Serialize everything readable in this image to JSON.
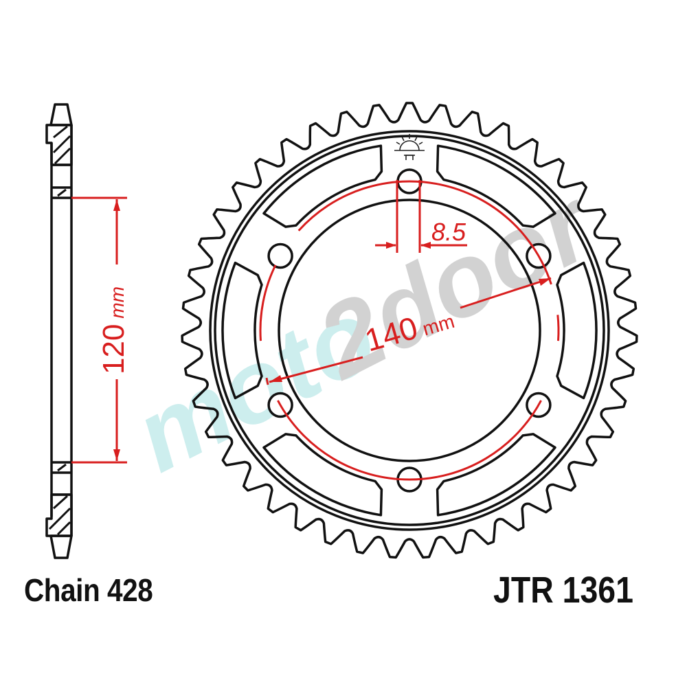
{
  "labels": {
    "chain": "Chain 428",
    "part_number": "JTR 1361"
  },
  "dimensions": {
    "bolt_hole_width": "8.5",
    "pcd_value": "140",
    "pcd_unit": "mm",
    "center_offset_value": "120",
    "center_offset_unit": "mm"
  },
  "watermark": {
    "part1": "moto",
    "part2": "2door",
    "part1_color": "#cdeeee",
    "part2_color": "#cfcfcf"
  },
  "sprocket": {
    "teeth": 43,
    "bolt_holes": 6,
    "lightening_holes": 6
  },
  "colors": {
    "line": "#111111",
    "dimension": "#d81e1e",
    "background": "#ffffff"
  }
}
